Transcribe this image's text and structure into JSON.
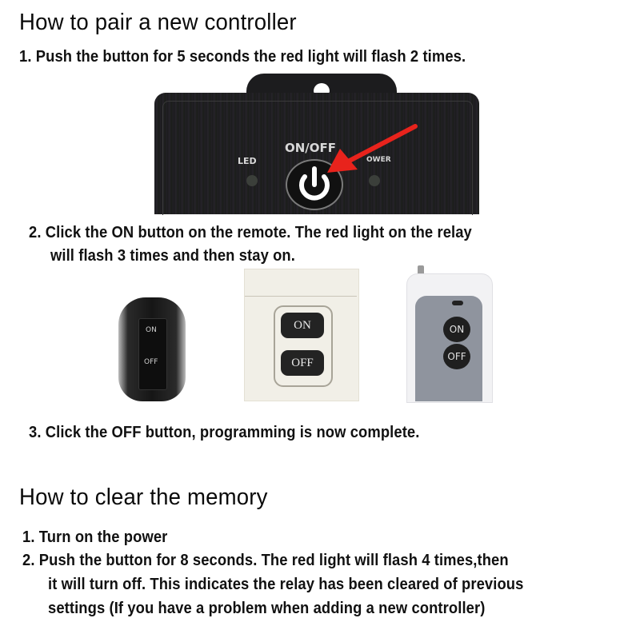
{
  "pair_section": {
    "title": "How to pair a new controller",
    "steps": [
      {
        "number": "1.",
        "text": "Push the button for 5 seconds the red light will flash 2 times."
      },
      {
        "number": "2.",
        "text_line1": "Click the ON button on the remote. The red light on the relay",
        "text_line2": "will flash 3 times and then stay on."
      },
      {
        "number": "3.",
        "text": "Click the OFF button, programming is now complete."
      }
    ],
    "relay_image": {
      "label_led": "LED",
      "label_onoff": "ON/OFF",
      "label_power": "OWER",
      "arrow_color": "#e8231c",
      "icon": "power-icon"
    },
    "remote_images": [
      {
        "name": "black-key-fob",
        "on_label": "ON",
        "off_label": "OFF"
      },
      {
        "name": "wall-switch-remote",
        "on_label": "ON",
        "off_label": "OFF"
      },
      {
        "name": "silver-antenna-remote",
        "on_label": "ON",
        "off_label": "OFF"
      }
    ]
  },
  "clear_section": {
    "title": "How to clear the memory",
    "steps": [
      {
        "number": "1.",
        "text": "Turn on the power"
      },
      {
        "number": "2.",
        "text_line1": "Push the button for 8 seconds. The red light will flash 4 times,then",
        "text_line2": "it will turn off. This indicates the relay has been cleared of previous",
        "text_line3": "settings (If you have a problem when adding a new controller)"
      }
    ]
  }
}
